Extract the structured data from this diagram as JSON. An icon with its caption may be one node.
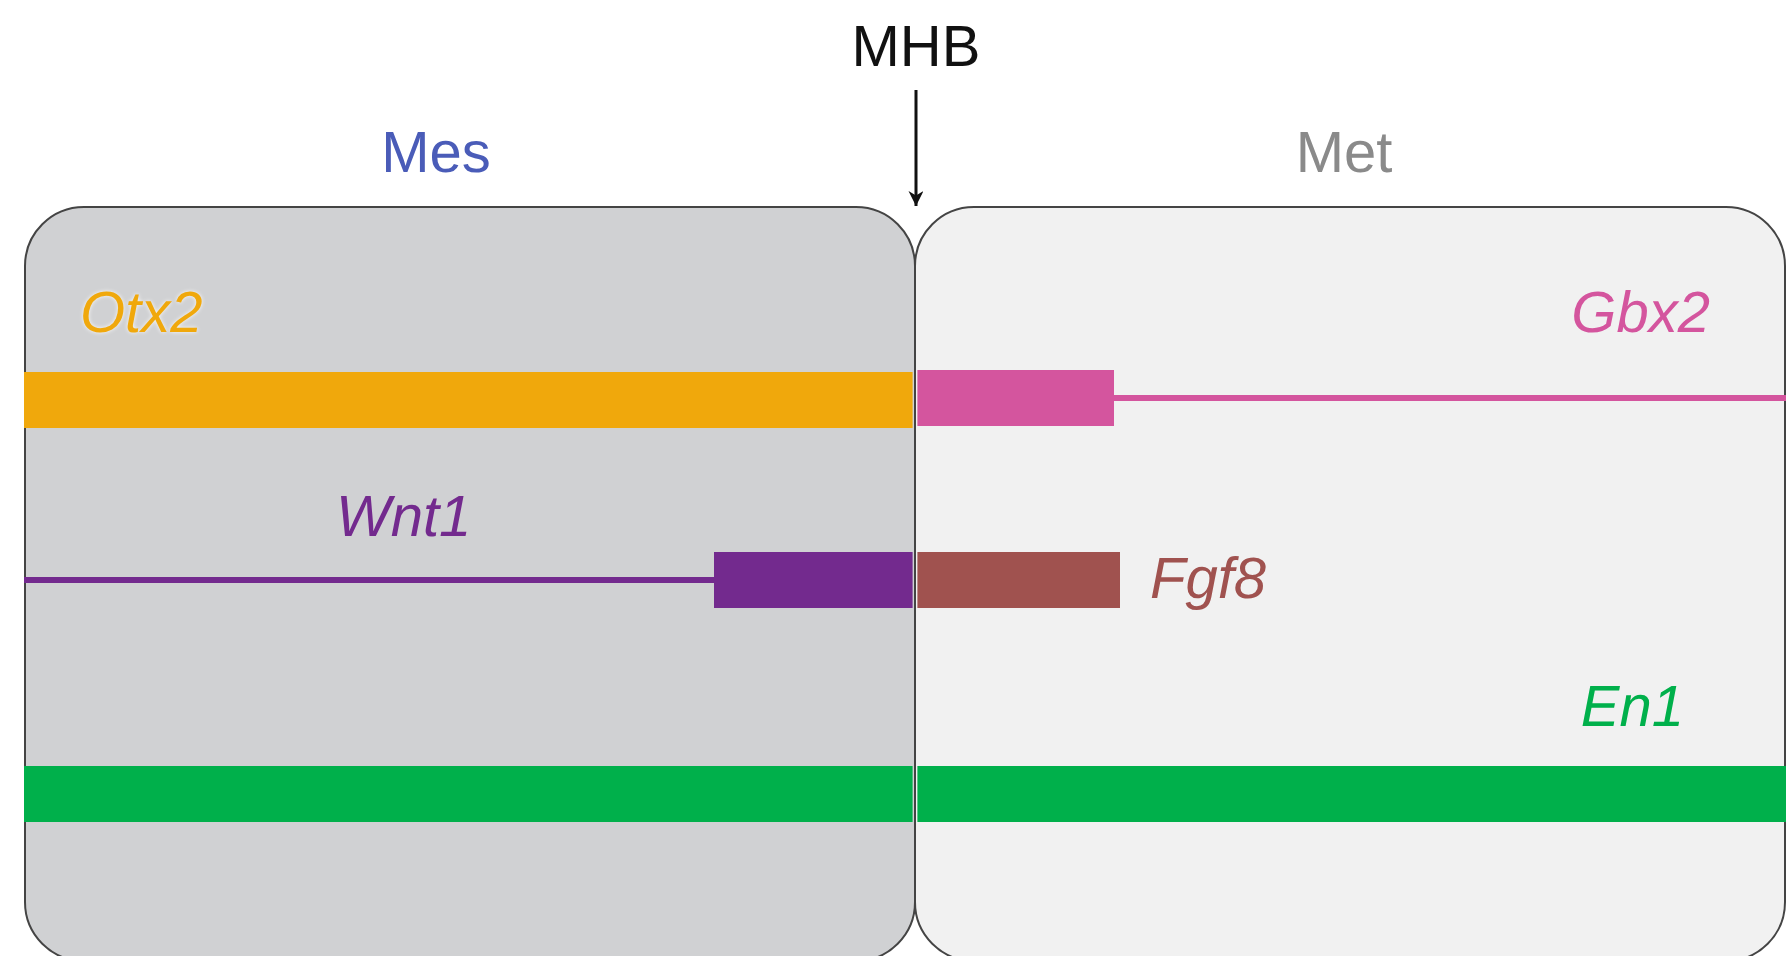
{
  "diagram": {
    "nodes": [
      {
        "text": [
          "Mes"
        ]
      },
      {
        "text": [
          "Met"
        ]
      },
      {
        "text": [
          "MHB"
        ]
      }
    ],
    "edges": [
      {
        "from": 2,
        "to": 1,
        "arrow": "to"
      }
    ],
    "labels": [
      "Otx2",
      "Gbx2",
      "Wnt1",
      "Fgf8",
      "En1"
    ]
  }
}
